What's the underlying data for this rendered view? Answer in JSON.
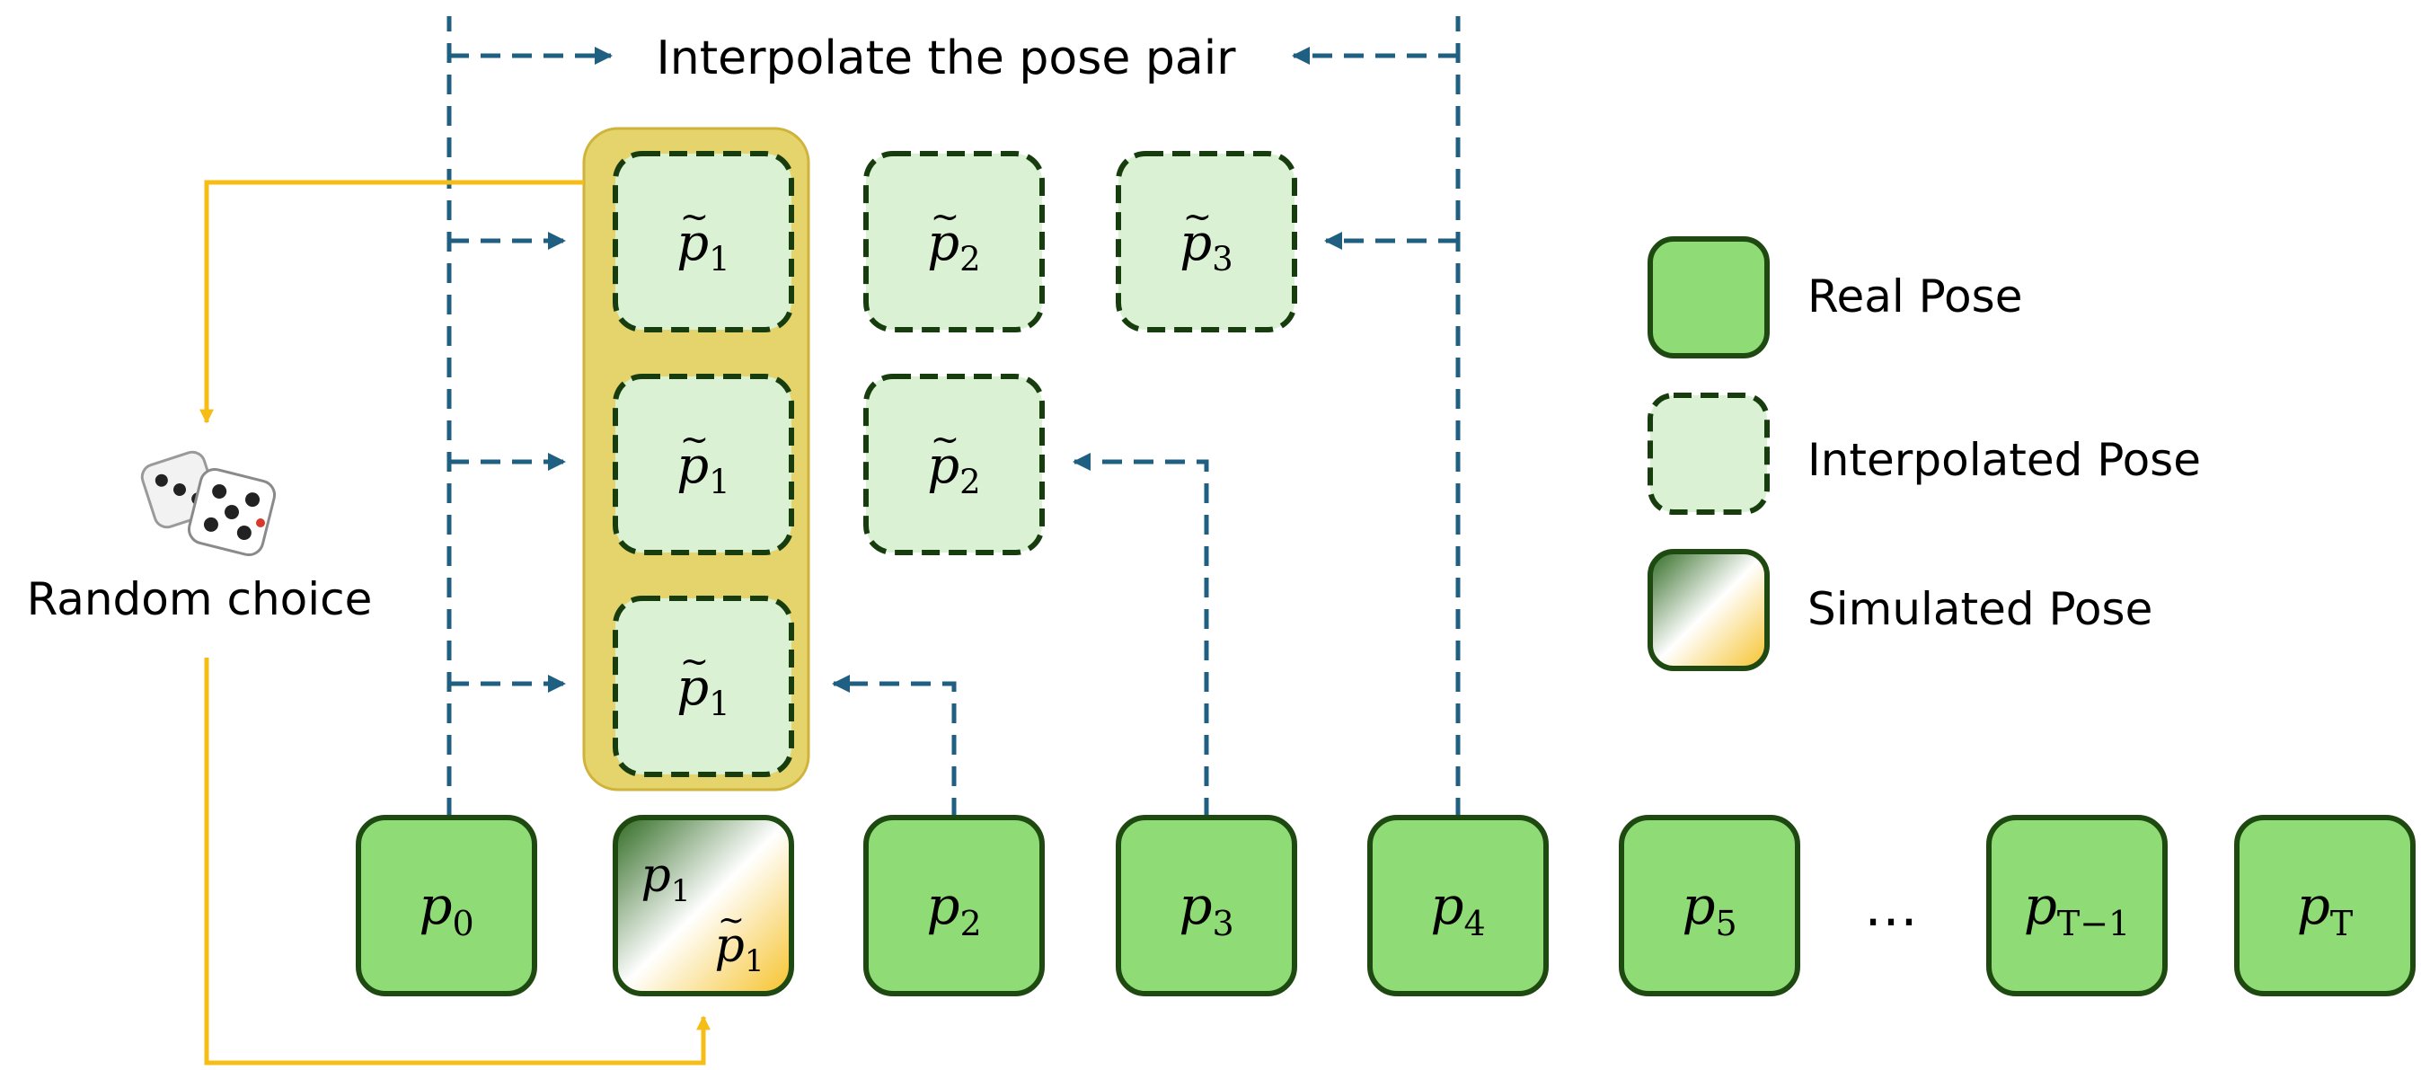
{
  "title": "Interpolate the pose pair",
  "random_choice_label": "Random choice",
  "legend": {
    "real": "Real Pose",
    "interpolated": "Interpolated Pose",
    "simulated": "Simulated Pose"
  },
  "colors": {
    "real_fill": "#8fdb75",
    "real_border": "#1e4a12",
    "interp_fill": "#daf2d3",
    "interp_border": "#173d0f",
    "highlight": "#e5d36c",
    "highlight_border": "#cfb33b",
    "dashed_arrow": "#1f5f82",
    "choice_arrow": "#f6bd16",
    "sim_gradient": [
      "#2f6a22",
      "#ffffff",
      "#f6c22a"
    ]
  },
  "real_poses": [
    {
      "base": "p",
      "sub": "0"
    },
    {
      "base": "p",
      "sub": "1",
      "simulated": true,
      "sim_base": "p",
      "sim_sub": "1"
    },
    {
      "base": "p",
      "sub": "2"
    },
    {
      "base": "p",
      "sub": "3"
    },
    {
      "base": "p",
      "sub": "4"
    },
    {
      "base": "p",
      "sub": "5"
    },
    {
      "base": "…",
      "sub": "",
      "ellipsis": true
    },
    {
      "base": "p",
      "sub": "T−1"
    },
    {
      "base": "p",
      "sub": "T"
    }
  ],
  "interpolated_rows": [
    [
      {
        "base": "p",
        "sub": "1"
      },
      {
        "base": "p",
        "sub": "2"
      },
      {
        "base": "p",
        "sub": "3"
      }
    ],
    [
      {
        "base": "p",
        "sub": "1"
      },
      {
        "base": "p",
        "sub": "2"
      }
    ],
    [
      {
        "base": "p",
        "sub": "1"
      }
    ]
  ]
}
